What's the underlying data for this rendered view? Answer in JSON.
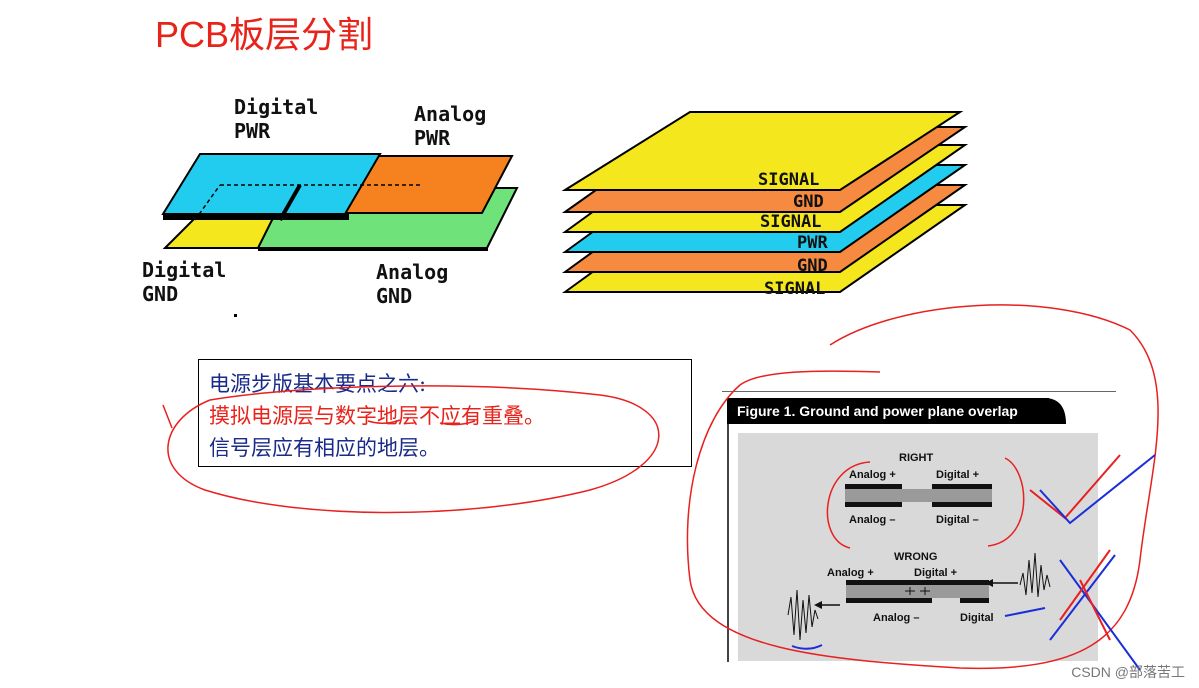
{
  "title": "PCB板层分割",
  "split_diagram": {
    "digital_pwr": [
      "Digital",
      "PWR"
    ],
    "analog_pwr": [
      "Analog",
      "PWR"
    ],
    "digital_gnd": [
      "Digital",
      "GND"
    ],
    "analog_gnd": [
      "Analog",
      "GND"
    ]
  },
  "stack_layers": [
    "SIGNAL",
    "GND",
    "SIGNAL",
    "PWR",
    "GND",
    "SIGNAL"
  ],
  "colors": {
    "title": "#e8231a",
    "digital_pwr": "#22ccee",
    "analog_pwr": "#f5821f",
    "digital_gnd": "#f5e71e",
    "analog_gnd": "#6fe27a",
    "signal": "#f5e71e",
    "gnd": "#f58a40",
    "pwr": "#22ccee",
    "annotation_red": "#e82020",
    "annotation_blue": "#1a2fd8"
  },
  "note": {
    "line1": "电源步版基本要点之六:",
    "line2": "摸拟电源层与数字地层不应有重叠。",
    "line3": "信号层应有相应的地层。"
  },
  "figure": {
    "title": "Figure 1. Ground and power plane overlap",
    "right_label": "RIGHT",
    "wrong_label": "WRONG",
    "right_analog_top": "Analog +",
    "right_digital_top": "Digital +",
    "right_analog_bottom": "Analog –",
    "right_digital_bottom": "Digital –",
    "wrong_analog_top": "Analog +",
    "wrong_digital_top": "Digital +",
    "wrong_analog_bottom": "Analog –",
    "wrong_digital_bottom": "Digital"
  },
  "watermark": "CSDN @部落苦工"
}
